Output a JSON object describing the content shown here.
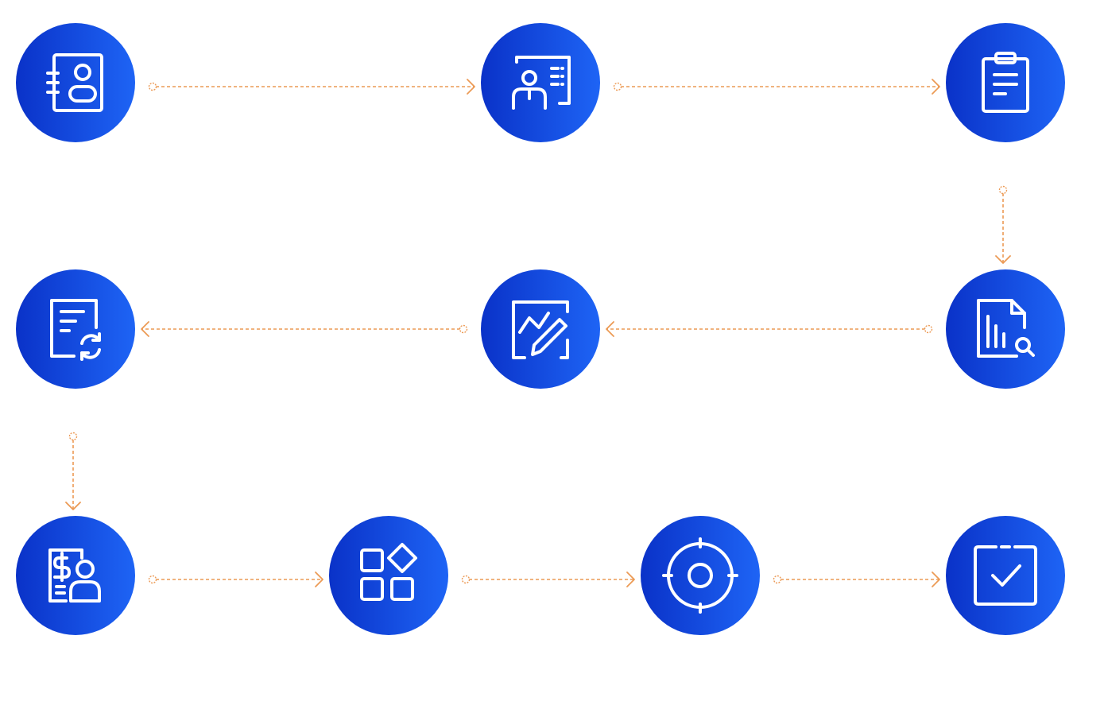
{
  "colors": {
    "node_gradient_start": "#0a32c8",
    "node_gradient_end": "#1e64f5",
    "icon_stroke": "#ffffff",
    "connector": "#ec9a55",
    "background": "#ffffff"
  },
  "nodes": [
    {
      "id": "n1",
      "icon": "contact-card-icon"
    },
    {
      "id": "n2",
      "icon": "presentation-board-icon"
    },
    {
      "id": "n3",
      "icon": "clipboard-icon"
    },
    {
      "id": "n4",
      "icon": "document-analytics-search-icon"
    },
    {
      "id": "n5",
      "icon": "chart-edit-icon"
    },
    {
      "id": "n6",
      "icon": "document-refresh-icon"
    },
    {
      "id": "n7",
      "icon": "payroll-user-icon"
    },
    {
      "id": "n8",
      "icon": "apps-grid-icon"
    },
    {
      "id": "n9",
      "icon": "target-icon"
    },
    {
      "id": "n10",
      "icon": "checkbox-done-icon"
    }
  ],
  "edges": [
    {
      "from": "n1",
      "to": "n2"
    },
    {
      "from": "n2",
      "to": "n3"
    },
    {
      "from": "n3",
      "to": "n4"
    },
    {
      "from": "n4",
      "to": "n5"
    },
    {
      "from": "n5",
      "to": "n6"
    },
    {
      "from": "n6",
      "to": "n7"
    },
    {
      "from": "n7",
      "to": "n8"
    },
    {
      "from": "n8",
      "to": "n9"
    },
    {
      "from": "n9",
      "to": "n10"
    }
  ]
}
